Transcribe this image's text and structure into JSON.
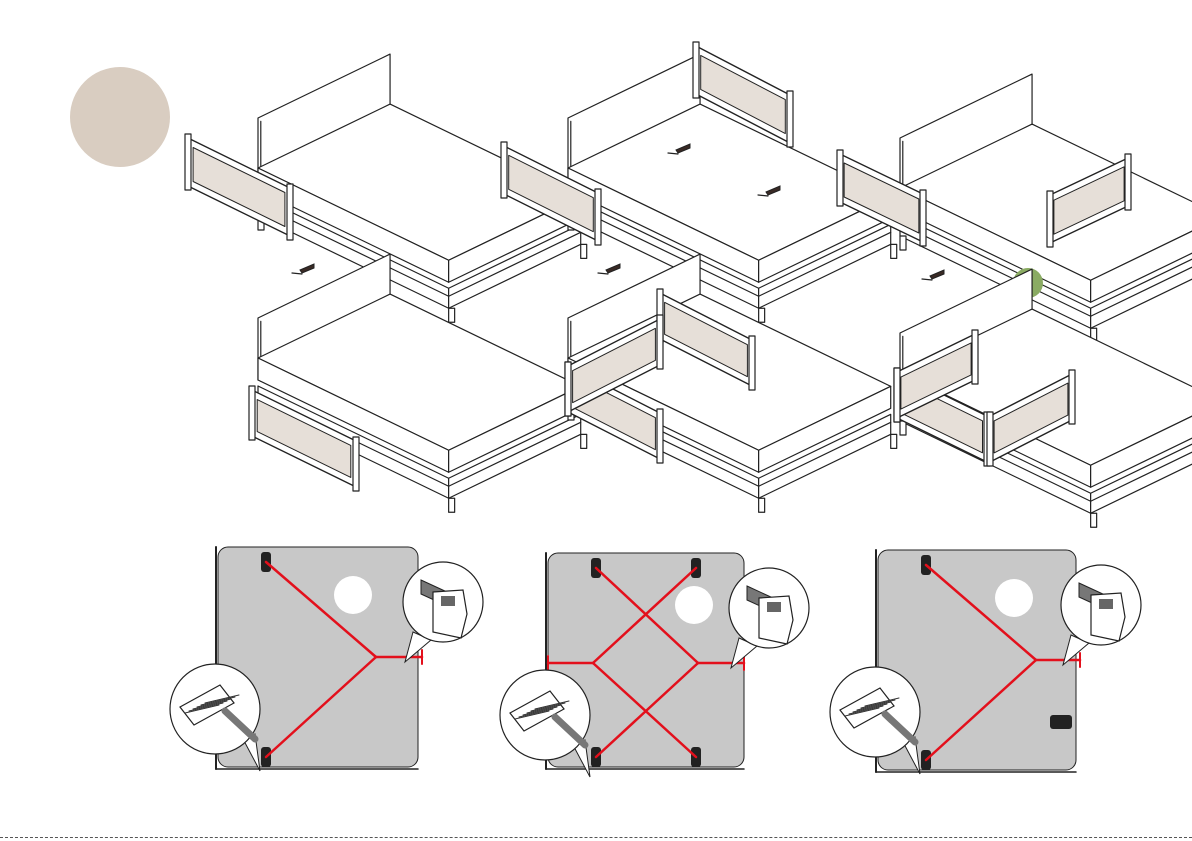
{
  "page": {
    "title": "",
    "step_marker": {
      "color": "#d9cdc1",
      "label": ""
    },
    "option_marker": {
      "color": "#8aab63",
      "label": ""
    }
  },
  "colors": {
    "frame_line": "#222222",
    "mattress_fill": "#ffffff",
    "panel_fill": "#e6dfd8",
    "bottom_panel_fill": "#c8c8c8",
    "strap": "#e3101c",
    "badge_fill": "#ffffff",
    "connector": "#3a2a25"
  },
  "rows": {
    "exploded_views": [
      {
        "id": "a",
        "rails": [
          "front-left"
        ],
        "label": ""
      },
      {
        "id": "b",
        "rails": [
          "front-left",
          "back-right"
        ],
        "label": ""
      },
      {
        "id": "c",
        "rails": [
          "front-left",
          "front-right"
        ],
        "label": "",
        "has_option_marker": true
      }
    ],
    "assembled_views": [
      {
        "id": "a",
        "label": ""
      },
      {
        "id": "b",
        "label": ""
      },
      {
        "id": "c",
        "label": ""
      }
    ],
    "strap_layouts": [
      {
        "id": "a",
        "strap_pattern": "Y",
        "detail_callouts": [
          "clip",
          "buckle"
        ]
      },
      {
        "id": "b",
        "strap_pattern": "X",
        "detail_callouts": [
          "clip",
          "buckle"
        ]
      },
      {
        "id": "c",
        "strap_pattern": "Y",
        "detail_callouts": [
          "clip",
          "buckle"
        ]
      }
    ]
  }
}
